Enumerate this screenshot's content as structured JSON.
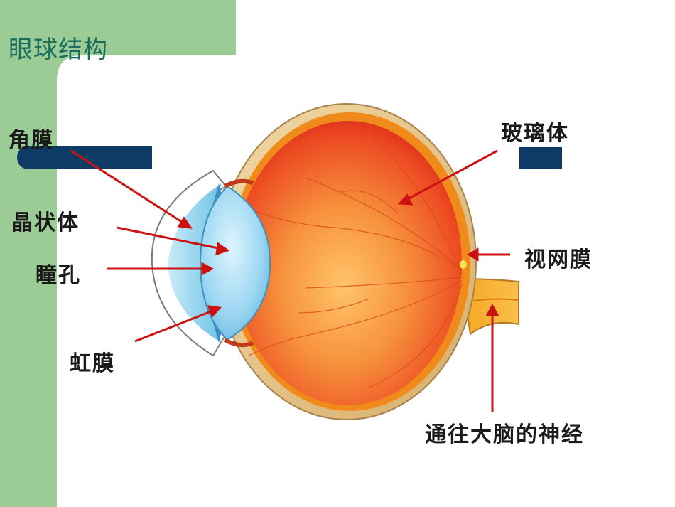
{
  "slide": {
    "title": "眼球结构",
    "colors": {
      "sidebar": "#9ccc96",
      "accent_bar": "#0d3b66",
      "arrow": "#cc1111",
      "title_text": "#1b6e5e"
    }
  },
  "labels": {
    "cornea": "角膜",
    "lens": "晶状体",
    "pupil": "瞳孔",
    "iris": "虹膜",
    "vitreous": "玻璃体",
    "retina": "视网膜",
    "optic_nerve": "通往大脑的神经"
  }
}
